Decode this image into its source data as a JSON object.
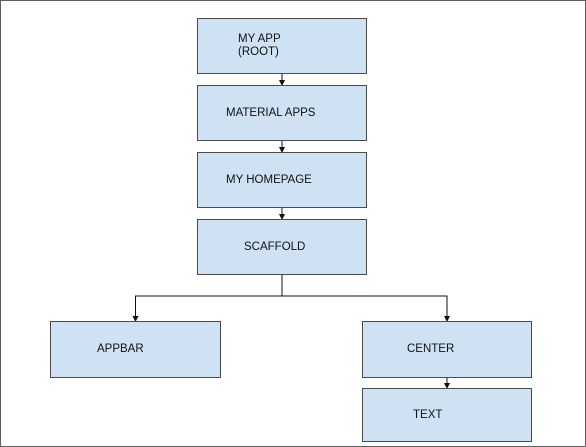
{
  "diagram": {
    "colors": {
      "node_fill": "#cfe2f3",
      "node_border": "#4a4a4a",
      "edge": "#111111"
    },
    "nodes": [
      {
        "id": "my-app-root",
        "label": "MY APP\n(ROOT)"
      },
      {
        "id": "material-apps",
        "label": "MATERIAL APPS"
      },
      {
        "id": "my-homepage",
        "label": "MY HOMEPAGE"
      },
      {
        "id": "scaffold",
        "label": "SCAFFOLD"
      },
      {
        "id": "appbar",
        "label": "APPBAR"
      },
      {
        "id": "center",
        "label": "CENTER"
      },
      {
        "id": "text",
        "label": "TEXT"
      }
    ],
    "edges": [
      {
        "from": "my-app-root",
        "to": "material-apps"
      },
      {
        "from": "material-apps",
        "to": "my-homepage"
      },
      {
        "from": "my-homepage",
        "to": "scaffold"
      },
      {
        "from": "scaffold",
        "to": "appbar"
      },
      {
        "from": "scaffold",
        "to": "center"
      },
      {
        "from": "center",
        "to": "text"
      }
    ]
  }
}
